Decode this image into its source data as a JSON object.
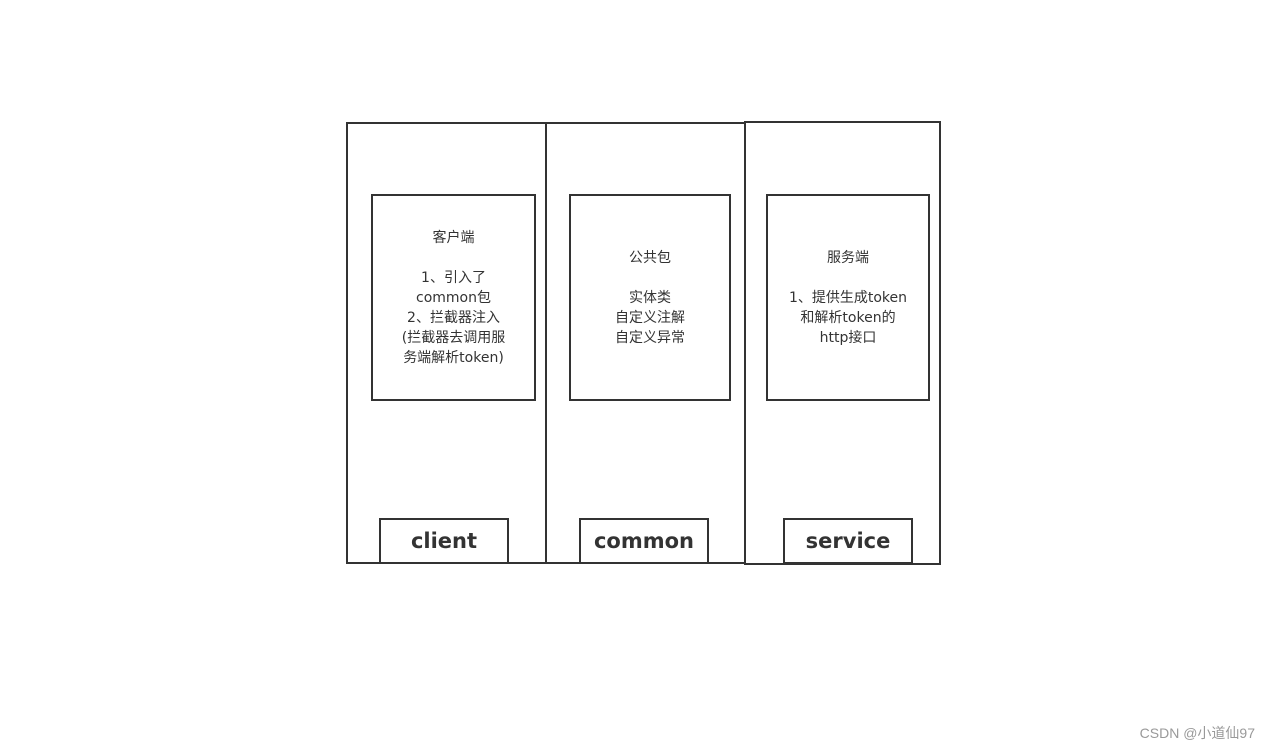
{
  "diagram": {
    "panels": [
      {
        "id": "client",
        "label": "client",
        "title": "客户端",
        "lines": [
          "1、引入了",
          "common包",
          "2、拦截器注入",
          "(拦截器去调用服",
          "务端解析token)"
        ]
      },
      {
        "id": "common",
        "label": "common",
        "title": "公共包",
        "lines": [
          "实体类",
          "自定义注解",
          "自定义异常"
        ]
      },
      {
        "id": "service",
        "label": "service",
        "title": "服务端",
        "lines": [
          "1、提供生成token",
          "和解析token的",
          "http接口"
        ]
      }
    ],
    "colors": {
      "stroke": "#333333",
      "background": "#ffffff",
      "text": "#333333"
    }
  },
  "watermark": "CSDN @小道仙97"
}
